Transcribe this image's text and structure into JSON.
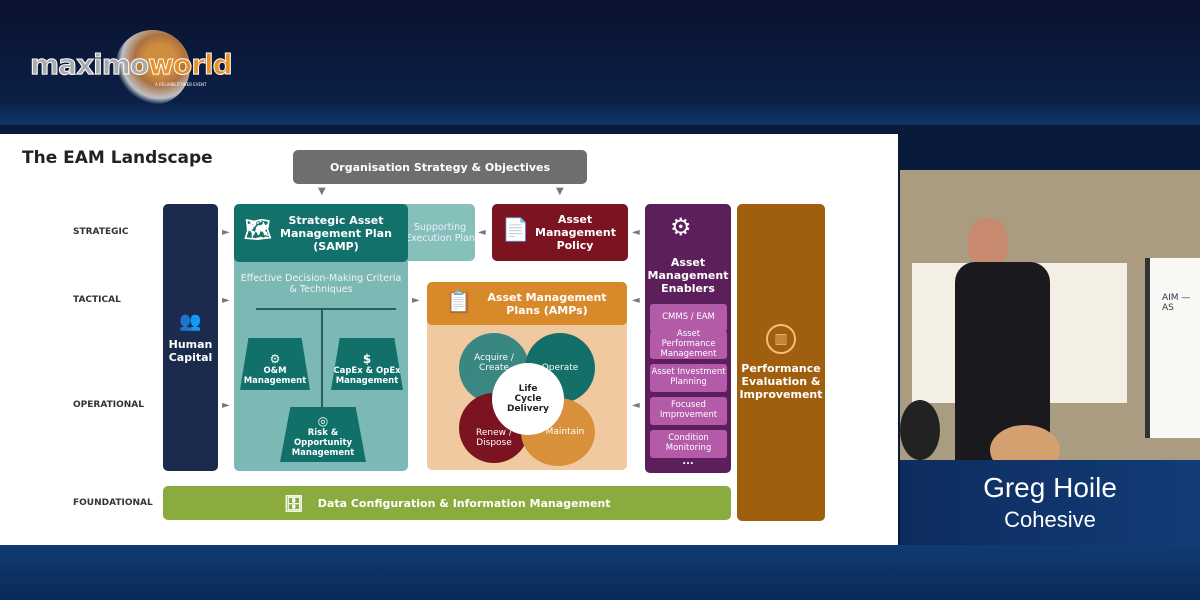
{
  "event": {
    "logo_text": "maximoworld",
    "logo_sub": "A RELIABILITYWEB EVENT"
  },
  "slide": {
    "title": "The EAM Landscape",
    "rows": [
      "STRATEGIC",
      "TACTICAL",
      "OPERATIONAL",
      "FOUNDATIONAL"
    ],
    "org_strategy": "Organisation Strategy & Objectives",
    "human_capital": "Human Capital",
    "samp": "Strategic Asset Management Plan (SAMP)",
    "supporting": "Supporting Execution Plan",
    "policy": "Asset Management Policy",
    "edm": "Effective Decision-Making Criteria & Techniques",
    "weights": [
      "O&M Management",
      "CapEx & OpEx Management",
      "Risk & Opportunity Management"
    ],
    "amps": "Asset Management Plans (AMPs)",
    "lifecycle": {
      "center": "Life Cycle Delivery",
      "phases": [
        "Acquire / Create",
        "Operate",
        "Renew / Dispose",
        "Maintain"
      ]
    },
    "enablers": {
      "title": "Asset Management Enablers",
      "items": [
        "CMMS / EAM",
        "Asset Performance Management",
        "Asset Investment Planning",
        "Focused Improvement",
        "Condition Monitoring"
      ],
      "more": "..."
    },
    "performance": "Performance Evaluation & Improvement",
    "data": "Data Configuration & Information Management",
    "colors": {
      "teal": "#12716a",
      "maroon": "#7b1420",
      "orange": "#d88a2a",
      "purple": "#5d1f5b",
      "brown": "#9f5f0e",
      "green": "#8aab3d",
      "navy": "#1b2a4d"
    }
  },
  "speaker": {
    "name": "Greg Hoile",
    "company": "Cohesive",
    "board_text": "AIM — AS"
  }
}
